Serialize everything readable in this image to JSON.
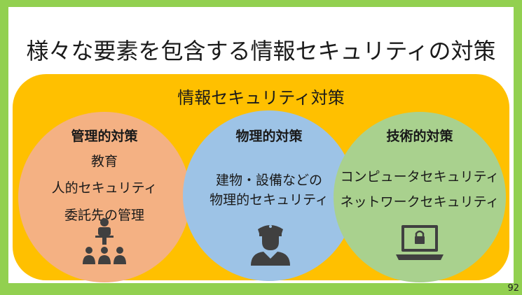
{
  "slide": {
    "title": "様々な要素を包含する情報セキュリティの対策",
    "panel_title": "情報セキュリティ対策",
    "page_number": "92"
  },
  "circles": [
    {
      "title": "管理的対策",
      "items": [
        "教育",
        "人的セキュリティ",
        "委託先の管理"
      ],
      "icon": "presenter-audience-icon",
      "color": "#f4b183"
    },
    {
      "title": "物理的対策",
      "items": [
        "建物・設備などの",
        "物理的セキュリティ"
      ],
      "icon": "security-guard-icon",
      "color": "#9dc3e6"
    },
    {
      "title": "技術的対策",
      "items": [
        "コンピュータセキュリティ",
        "ネットワークセキュリティ"
      ],
      "icon": "laptop-lock-icon",
      "color": "#a9d18e"
    }
  ],
  "colors": {
    "border": "#92d050",
    "panel": "#ffc000",
    "icon": "#404040"
  }
}
